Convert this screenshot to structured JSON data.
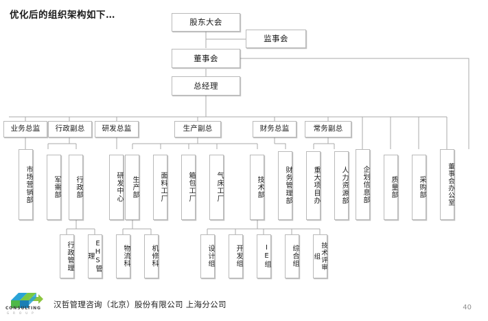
{
  "slide": {
    "title": "优化后的组织架构如下…",
    "page_number": "40"
  },
  "footer": {
    "company": "汉哲管理咨询（北京）股份有限公司 上海分公司",
    "logo_word": "CONSULTING",
    "logo_sub": "G R O U P",
    "logo_colors": [
      "#2aa3d6",
      "#1b7fb5",
      "#8dc63f",
      "#4fb848"
    ]
  },
  "colors": {
    "box_border": "#b9b9b9",
    "line": "#a8a8a8",
    "text": "#181818"
  },
  "chart_data": {
    "type": "diagram",
    "title": "优化后的组织架构如下…",
    "levels": [
      {
        "name": "governance",
        "nodes": [
          {
            "id": "g1",
            "label": "股东大会"
          },
          {
            "id": "g2",
            "label": "监事会"
          },
          {
            "id": "g3",
            "label": "董事会"
          },
          {
            "id": "g4",
            "label": "总经理"
          }
        ]
      },
      {
        "name": "executives",
        "nodes": [
          {
            "id": "e1",
            "label": "业务总监"
          },
          {
            "id": "e2",
            "label": "行政副总"
          },
          {
            "id": "e3",
            "label": "研发总监"
          },
          {
            "id": "e4",
            "label": "生产副总"
          },
          {
            "id": "e5",
            "label": "财务总监"
          },
          {
            "id": "e6",
            "label": "常务副总"
          }
        ]
      },
      {
        "name": "departments",
        "nodes": [
          {
            "id": "d1",
            "label": "市场营销部"
          },
          {
            "id": "d2",
            "label": "军需部"
          },
          {
            "id": "d3",
            "label": "行政部"
          },
          {
            "id": "d4",
            "label": "研发中心"
          },
          {
            "id": "d5",
            "label": "生产部"
          },
          {
            "id": "d6",
            "label": "面料工厂"
          },
          {
            "id": "d7",
            "label": "箱包工厂"
          },
          {
            "id": "d8",
            "label": "气床工厂"
          },
          {
            "id": "d9",
            "label": "技术部"
          },
          {
            "id": "d10",
            "label": "财务管理部"
          },
          {
            "id": "d11",
            "label": "重大项目办"
          },
          {
            "id": "d12",
            "label": "人力资源部"
          },
          {
            "id": "d13",
            "label": "企划信息部"
          },
          {
            "id": "d14",
            "label": "质量部"
          },
          {
            "id": "d15",
            "label": "采购部"
          },
          {
            "id": "d16",
            "label": "董事会办公室"
          }
        ]
      },
      {
        "name": "sub_departments",
        "nodes": [
          {
            "id": "s1",
            "label": "行政管理",
            "parent": "d3"
          },
          {
            "id": "s2",
            "label": "EHS管理",
            "parent": "d3"
          },
          {
            "id": "s3",
            "label": "物流科",
            "parent": "d5"
          },
          {
            "id": "s4",
            "label": "机修科",
            "parent": "d5"
          },
          {
            "id": "s5",
            "label": "设计组",
            "parent": "d9"
          },
          {
            "id": "s6",
            "label": "开发组",
            "parent": "d9"
          },
          {
            "id": "s7",
            "label": "IE组",
            "parent": "d9"
          },
          {
            "id": "s8",
            "label": "综合组",
            "parent": "d9"
          },
          {
            "id": "s9",
            "label": "技术评审组",
            "parent": "d9"
          }
        ]
      }
    ]
  }
}
